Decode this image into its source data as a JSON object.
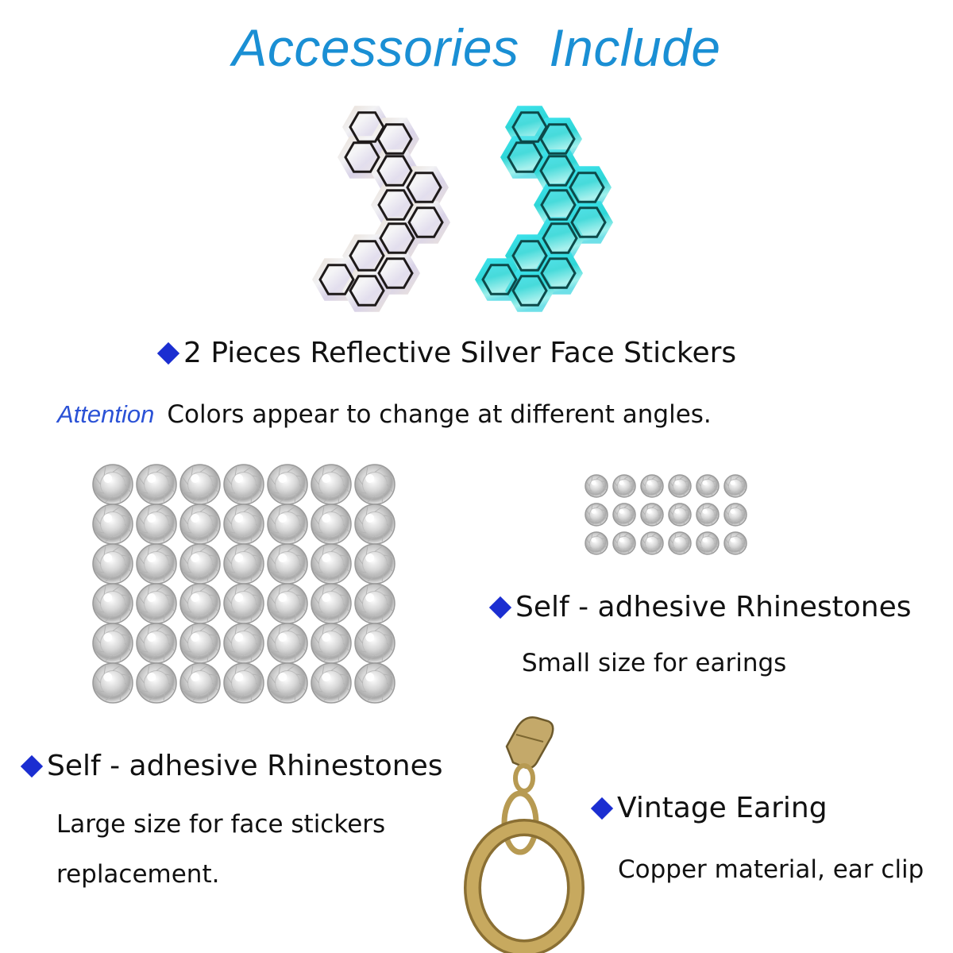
{
  "title": "Accessories  Include",
  "stickers": {
    "heading": "2 Pieces Reflective Silver Face Stickers",
    "attention_label": "Attention",
    "attention_text": "Colors appear to change at different angles."
  },
  "small_rhinestones": {
    "heading": "Self - adhesive Rhinestones",
    "description": "Small size for earings"
  },
  "large_rhinestones": {
    "heading": "Self - adhesive Rhinestones",
    "description_line1": "Large size for face stickers",
    "description_line2": "replacement."
  },
  "earring": {
    "heading": "Vintage Earing",
    "description": "Copper material, ear clip"
  },
  "colors": {
    "title": "#1a8fd4",
    "diamond_bullet": "#1b2ed1",
    "attention": "#2b52d6",
    "earring_gold": "#b79a52"
  }
}
